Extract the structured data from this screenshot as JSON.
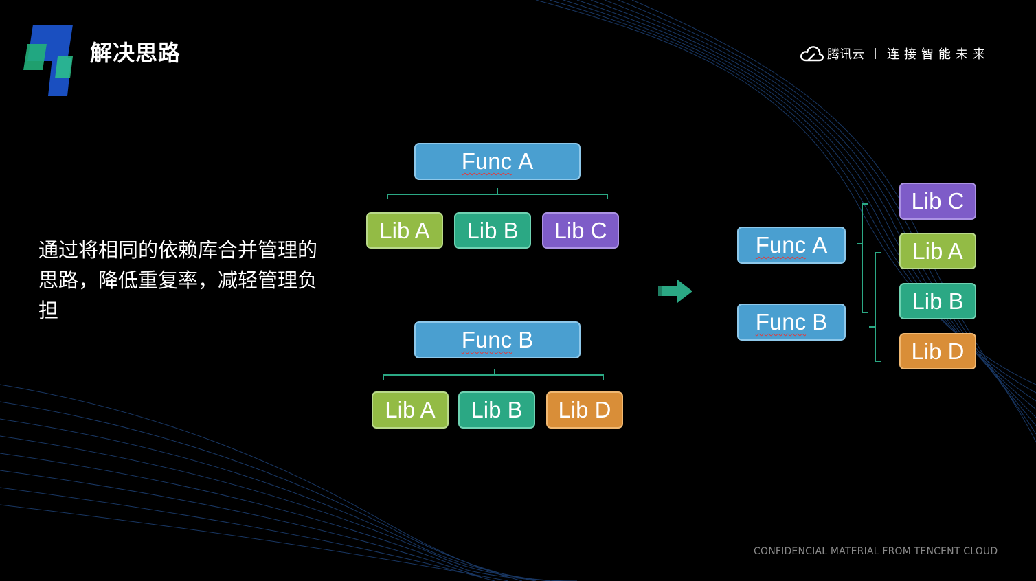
{
  "header": {
    "title": "解决思路",
    "brand_name": "腾讯云",
    "slogan": "连接智能未来"
  },
  "description": "通过将相同的依赖库合并管理的思路，降低重复率，减轻管理负担",
  "diagram": {
    "before": {
      "group1": {
        "func": "Func A",
        "func_word": "Func",
        "func_id": "A",
        "libs": [
          "Lib A",
          "Lib B",
          "Lib C"
        ]
      },
      "group2": {
        "func": "Func B",
        "func_word": "Func",
        "func_id": "B",
        "libs": [
          "Lib A",
          "Lib B",
          "Lib D"
        ]
      }
    },
    "after": {
      "funcs": [
        "Func A",
        "Func B"
      ],
      "func_words": [
        "Func",
        "Func"
      ],
      "func_ids": [
        "A",
        "B"
      ],
      "libs": [
        "Lib C",
        "Lib A",
        "Lib B",
        "Lib D"
      ]
    }
  },
  "footer": "CONFIDENCIAL MATERIAL FROM TENCENT CLOUD",
  "colors": {
    "func": "#4a9fd0",
    "lib_a": "#93bb45",
    "lib_b": "#2ba884",
    "lib_c": "#7e5cc8",
    "lib_d": "#d98e38",
    "connector": "#2ba884",
    "arrow": "#2ba884"
  },
  "icons": [
    "cloud-icon",
    "right-arrow-icon"
  ]
}
